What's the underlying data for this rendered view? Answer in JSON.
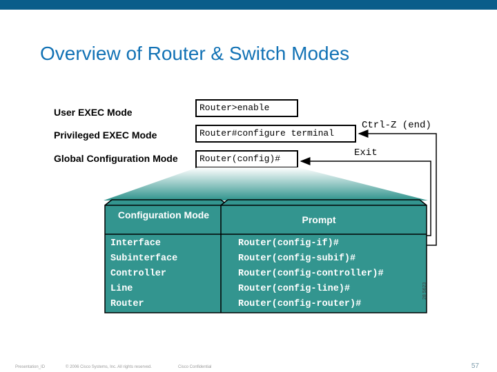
{
  "slide": {
    "title": "Overview of Router & Switch Modes"
  },
  "modes": [
    {
      "label": "User EXEC Mode",
      "prompt": "Router>enable"
    },
    {
      "label": "Privileged EXEC Mode",
      "prompt": "Router#configure terminal"
    },
    {
      "label": "Global Configuration Mode",
      "prompt": "Router(config)#"
    }
  ],
  "transitions": {
    "ctrlz": "Ctrl-Z  (end)",
    "exit": "Exit"
  },
  "table": {
    "headers": {
      "mode": "Configuration Mode",
      "prompt": "Prompt"
    },
    "rows": [
      {
        "mode": "Interface",
        "prompt": "Router(config-if)#"
      },
      {
        "mode": "Subinterface",
        "prompt": "Router(config-subif)#"
      },
      {
        "mode": "Controller",
        "prompt": "Router(config-controller)#"
      },
      {
        "mode": "Line",
        "prompt": "Router(config-line)#"
      },
      {
        "mode": "Router",
        "prompt": "Router(config-router)#"
      }
    ]
  },
  "figure_id": "28 5623",
  "footer": {
    "presentation": "Presentation_ID",
    "copyright": "© 2006 Cisco Systems, Inc. All rights reserved.",
    "confidential": "Cisco Confidential",
    "page": "57"
  },
  "colors": {
    "teal": "#33958f",
    "title_blue": "#1272b5",
    "top_bar": "#0a5d8a"
  }
}
